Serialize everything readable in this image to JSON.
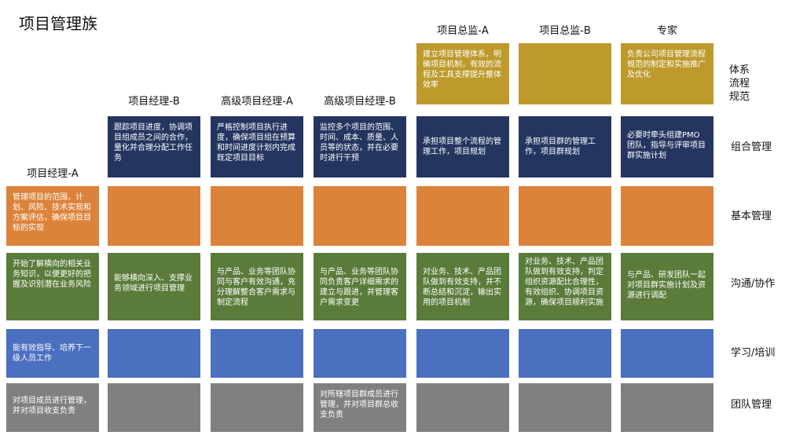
{
  "title": "项目管理族",
  "columns": [
    "项目经理-A",
    "项目经理-B",
    "高级项目经理-A",
    "高级项目经理-B",
    "项目总监-A",
    "项目总监-B",
    "专家"
  ],
  "rows": [
    "体系流程规范",
    "组合管理",
    "基本管理",
    "沟通/协作",
    "学习/培训",
    "团队管理"
  ],
  "row_label_lines": {
    "tixi": [
      "体系",
      "流程",
      "规范"
    ]
  },
  "cells": {
    "tixi": [
      "",
      "",
      "",
      "",
      "建立项目管理体系，明确项目机制，有效的流程及工具支撑提升整体效率",
      "",
      "负责公司项目管理流程规范的制定和实施推广及优化"
    ],
    "zuhe": [
      "",
      "跟踪项目进度，协调项目组成员之间的合作，量化并合理分配工作任务",
      "严格控制项目执行进度，确保项目组在预算和时间进度计划内完成既定项目目标",
      "监控多个项目的范围、时间、成本、质量、人员等的状态，并在必要时进行干预",
      "承担项目整个流程的管理工作，项目规划",
      "承担项目群的管理工作，项目群规划",
      "必要时牵头组建PMO团队，指导与评审项目群实施计划"
    ],
    "jiben": [
      "管理项目的范围、计划、风险、技术实现和方案评估，确保项目目标的实现",
      "",
      "",
      "",
      "",
      "",
      ""
    ],
    "goutong": [
      "开始了解横向的相关业务知识，以便更好的把握及识别潜在业务风险",
      "能够横向深入、支撑业务领域进行项目管理",
      "与产品、业务等团队协同与客户有效沟通，充分理解整合客户需求与制定流程",
      "与产品、业务等团队协同负责客户详细需求的建立与跟进，并管理客户需求变更",
      "对业务、技术、产品团队做到有效支持，并不断总结和沉淀，输出实用的项目机制",
      "对业务、技术、产品团队做到有效支持，判定组织资源配比合理性，有效组织、协调项目资源，确保项目顺利实施",
      "与产品、研发团队一起对项目群实施计划及资源进行调配"
    ],
    "xuexi": [
      "能有效指导、培养下一级人员工作",
      "",
      "",
      "",
      "",
      "",
      ""
    ],
    "tuandui": [
      "对项目成员进行管理，并对项目收支负责",
      "",
      "",
      "对所辖项目群成员进行管理，并对项目群总收支负责",
      "",
      "",
      ""
    ]
  },
  "colors": {
    "tixi": "#bd9a2b",
    "zuhe": "#243660",
    "jiben": "#dc833b",
    "goutong": "#5a7b3a",
    "xuexi": "#4b70c0",
    "tuandui": "#808080"
  }
}
